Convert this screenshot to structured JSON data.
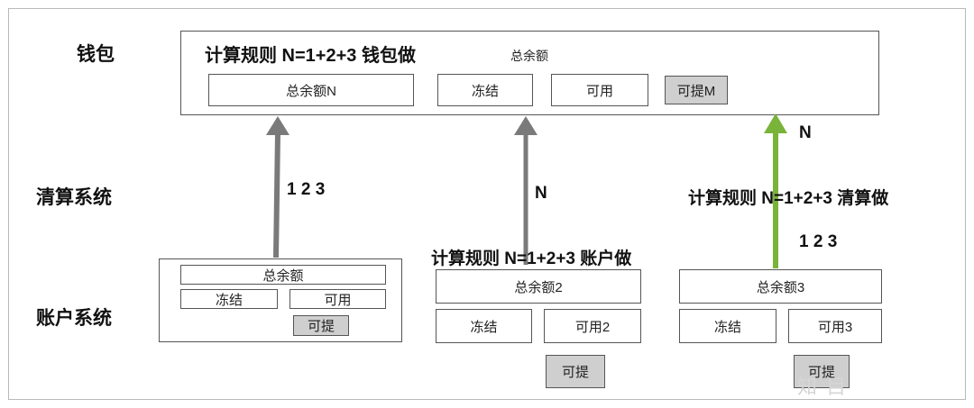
{
  "rows": {
    "wallet": "钱包",
    "clearing": "清算系统",
    "account": "账户系统"
  },
  "wallet_box": {
    "title": "计算规则  N=1+2+3  钱包做",
    "subtitle": "总余额",
    "cells": [
      "总余额N",
      "冻结",
      "可用",
      "可提M"
    ]
  },
  "account1": {
    "total": "总余额",
    "frozen": "冻结",
    "available": "可用",
    "withdrawable": "可提"
  },
  "account2": {
    "rule": "计算规则  N=1+2+3  账户做",
    "total": "总余额2",
    "frozen": "冻结",
    "available": "可用2",
    "withdrawable": "可提"
  },
  "account3": {
    "total": "总余额3",
    "frozen": "冻结",
    "available": "可用3",
    "withdrawable": "可提"
  },
  "arrow_labels": {
    "a1": "1 2 3",
    "a2": "N",
    "a3_top": "N",
    "a3_rule": "计算规则  N=1+2+3  清算做",
    "a3_bottom": "1 2 3"
  },
  "colors": {
    "grey_arrow": "#7a7a7a",
    "green_arrow": "#7ab33a",
    "grey_fill": "#cfcfcf"
  },
  "watermark": "知 目"
}
